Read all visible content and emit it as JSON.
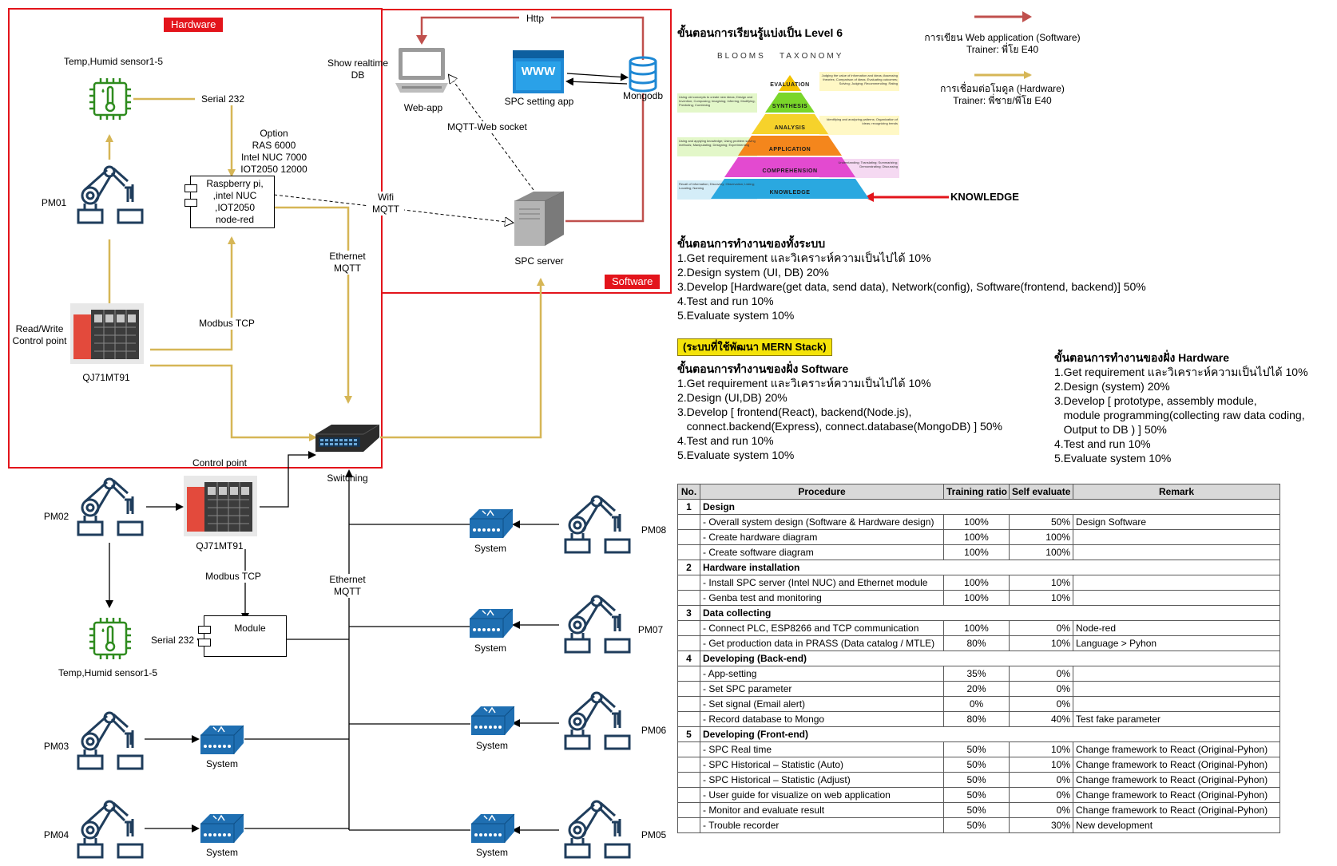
{
  "sections": {
    "hardware_tag": "Hardware",
    "software_tag": "Software"
  },
  "labels": {
    "temp_sensor_top": "Temp,Humid sensor1-5",
    "serial_top": "Serial 232",
    "option": "Option\nRAS 6000\nIntel NUC 7000\nIOT2050 12000",
    "gateway": "Raspberry pi,\n,intel NUC\n,IOT2050\nnode-red",
    "pm01": "PM01",
    "read_write": "Read/Write\nControl point",
    "modbus_top": "Modbus TCP",
    "plc_top": "QJ71MT91",
    "ethernet_mqtt_top": "Ethernet\nMQTT",
    "wifi_mqtt": "Wifi\nMQTT",
    "show_realtime": "Show realtime\nDB",
    "web_app": "Web-app",
    "spc_setting": "SPC setting app",
    "mongodb": "Mongodb",
    "http": "Http",
    "mqtt_ws": "MQTT-Web socket",
    "spc_server": "SPC server",
    "switching": "Switching",
    "control_point": "Control point",
    "pm02": "PM02",
    "plc_bottom": "QJ71MT91",
    "modbus_bottom": "Modbus TCP",
    "ethernet_mqtt_bottom": "Ethernet\nMQTT",
    "module": "Module",
    "serial_bottom": "Serial 232",
    "temp_sensor_bottom": "Temp,Humid sensor1-5",
    "pm03": "PM03",
    "pm04": "PM04",
    "pm05": "PM05",
    "pm06": "PM06",
    "pm07": "PM07",
    "pm08": "PM08",
    "system": "System",
    "www": "WWW"
  },
  "learning": {
    "title": "ขั้นตอนการเรียนรู้แบ่งเป็น Level 6",
    "taxonomy": "BLOOMS   TAXONOMY",
    "levels": [
      "EVALUATION",
      "SYNTHESIS",
      "ANALYSIS",
      "APPLICATION",
      "COMPREHENSION",
      "KNOWLEDGE"
    ],
    "notes": {
      "evaluation": "Judging the value of information and ideas; Assessing theories; Comparison of ideas; Evaluating outcomes; Solving; Judging; Recommending; Rating",
      "synthesis": "Using old concepts to create new ideas; Design and Invention; Composing; Imagining; Inferring; Modifying; Predicting; Combining",
      "analysis": "Identifying and analyzing patterns; Organization of ideas; recognizing trends",
      "application": "Using and applying knowledge; Using problem solving methods; Manipulating; Designing; Experimenting",
      "comprehension": "Understanding; Translating; Summarizing; Demonstrating; Discussing",
      "knowledge": "Recall of information; Discovery; Observation; Listing; Locating; Naming"
    },
    "knowledge_pointer": "KNOWLEDGE",
    "legend_software": "การเขียน Web application (Software)\nTrainer: พี่โย E40",
    "legend_hardware": "การเชื่อมต่อโมดูล (Hardware)\nTrainer: พี่ชาย/พี่โย E40",
    "colors": {
      "software": "#c0504d",
      "hardware": "#d6b656",
      "frame": "#e3141b"
    }
  },
  "system_steps": {
    "title": "ขั้นตอนการทำงานของทั้งระบบ",
    "items": [
      "1.Get requirement และวิเคราะห์ความเป็นไปได้ 10%",
      "2.Design system (UI, DB) 20%",
      "3.Develop [Hardware(get data, send data), Network(config), Software(frontend, backend)] 50%",
      "4.Test and run 10%",
      "5.Evaluate system 10%"
    ]
  },
  "mern": "(ระบบที่ใช้พัฒนา MERN Stack)",
  "software_steps": {
    "title": "ขั้นตอนการทำงานของฝั่ง Software",
    "items": [
      "1.Get requirement และวิเคราะห์ความเป็นไปได้ 10%",
      "2.Design (UI,DB) 20%",
      "3.Develop [ frontend(React), backend(Node.js),",
      "   connect.backend(Express), connect.database(MongoDB) ] 50%",
      "4.Test and run 10%",
      "5.Evaluate system 10%"
    ]
  },
  "hardware_steps": {
    "title": "ขั้นตอนการทำงานของฝั่ง Hardware",
    "items": [
      "1.Get requirement และวิเคราะห์ความเป็นไปได้ 10%",
      "2.Design (system) 20%",
      "3.Develop [ prototype, assembly module,",
      "   module programming(collecting raw data coding,",
      "   Output to DB ) ] 50%",
      "4.Test and run 10%",
      "5.Evaluate system 10%"
    ]
  },
  "table": {
    "headers": [
      "No.",
      "Procedure",
      "Training ratio",
      "Self evaluate",
      "Remark"
    ],
    "sections": [
      {
        "no": "1",
        "title": "Design",
        "rows": [
          {
            "proc": "- Overall system design (Software & Hardware design)",
            "train": "100%",
            "self": "50%",
            "remark": "Design Software"
          },
          {
            "proc": "- Create hardware diagram",
            "train": "100%",
            "self": "100%",
            "remark": ""
          },
          {
            "proc": "- Create software diagram",
            "train": "100%",
            "self": "100%",
            "remark": ""
          }
        ]
      },
      {
        "no": "2",
        "title": "Hardware installation",
        "rows": [
          {
            "proc": "- Install SPC server (Intel NUC) and Ethernet module",
            "train": "100%",
            "self": "10%",
            "remark": ""
          },
          {
            "proc": "- Genba test and monitoring",
            "train": "100%",
            "self": "10%",
            "remark": ""
          }
        ]
      },
      {
        "no": "3",
        "title": "Data collecting",
        "rows": [
          {
            "proc": "- Connect PLC, ESP8266 and TCP communication",
            "train": "100%",
            "self": "0%",
            "remark": "Node-red"
          },
          {
            "proc": "- Get production data in PRASS (Data catalog / MTLE)",
            "train": "80%",
            "self": "10%",
            "remark": "Language > Pyhon"
          }
        ]
      },
      {
        "no": "4",
        "title": "Developing (Back-end)",
        "rows": [
          {
            "proc": "- App-setting",
            "train": "35%",
            "self": "0%",
            "remark": ""
          },
          {
            "proc": "- Set SPC parameter",
            "train": "20%",
            "self": "0%",
            "remark": ""
          },
          {
            "proc": "- Set signal (Email alert)",
            "train": "0%",
            "self": "0%",
            "remark": ""
          },
          {
            "proc": "- Record database to Mongo",
            "train": "80%",
            "self": "40%",
            "remark": "Test fake parameter"
          }
        ]
      },
      {
        "no": "5",
        "title": "Developing (Front-end)",
        "rows": [
          {
            "proc": "- SPC Real time",
            "train": "50%",
            "self": "10%",
            "remark": "Change framework to React (Original-Pyhon)"
          },
          {
            "proc": "- SPC Historical – Statistic (Auto)",
            "train": "50%",
            "self": "10%",
            "remark": "Change framework to React (Original-Pyhon)"
          },
          {
            "proc": "- SPC Historical – Statistic (Adjust)",
            "train": "50%",
            "self": "0%",
            "remark": "Change framework to React (Original-Pyhon)"
          },
          {
            "proc": "- User guide for visualize on web application",
            "train": "50%",
            "self": "0%",
            "remark": "Change framework to React (Original-Pyhon)"
          },
          {
            "proc": "- Monitor and evaluate result",
            "train": "50%",
            "self": "0%",
            "remark": "Change framework to React (Original-Pyhon)"
          },
          {
            "proc": "- Trouble recorder",
            "train": "50%",
            "self": "30%",
            "remark": "New development"
          }
        ]
      }
    ]
  }
}
